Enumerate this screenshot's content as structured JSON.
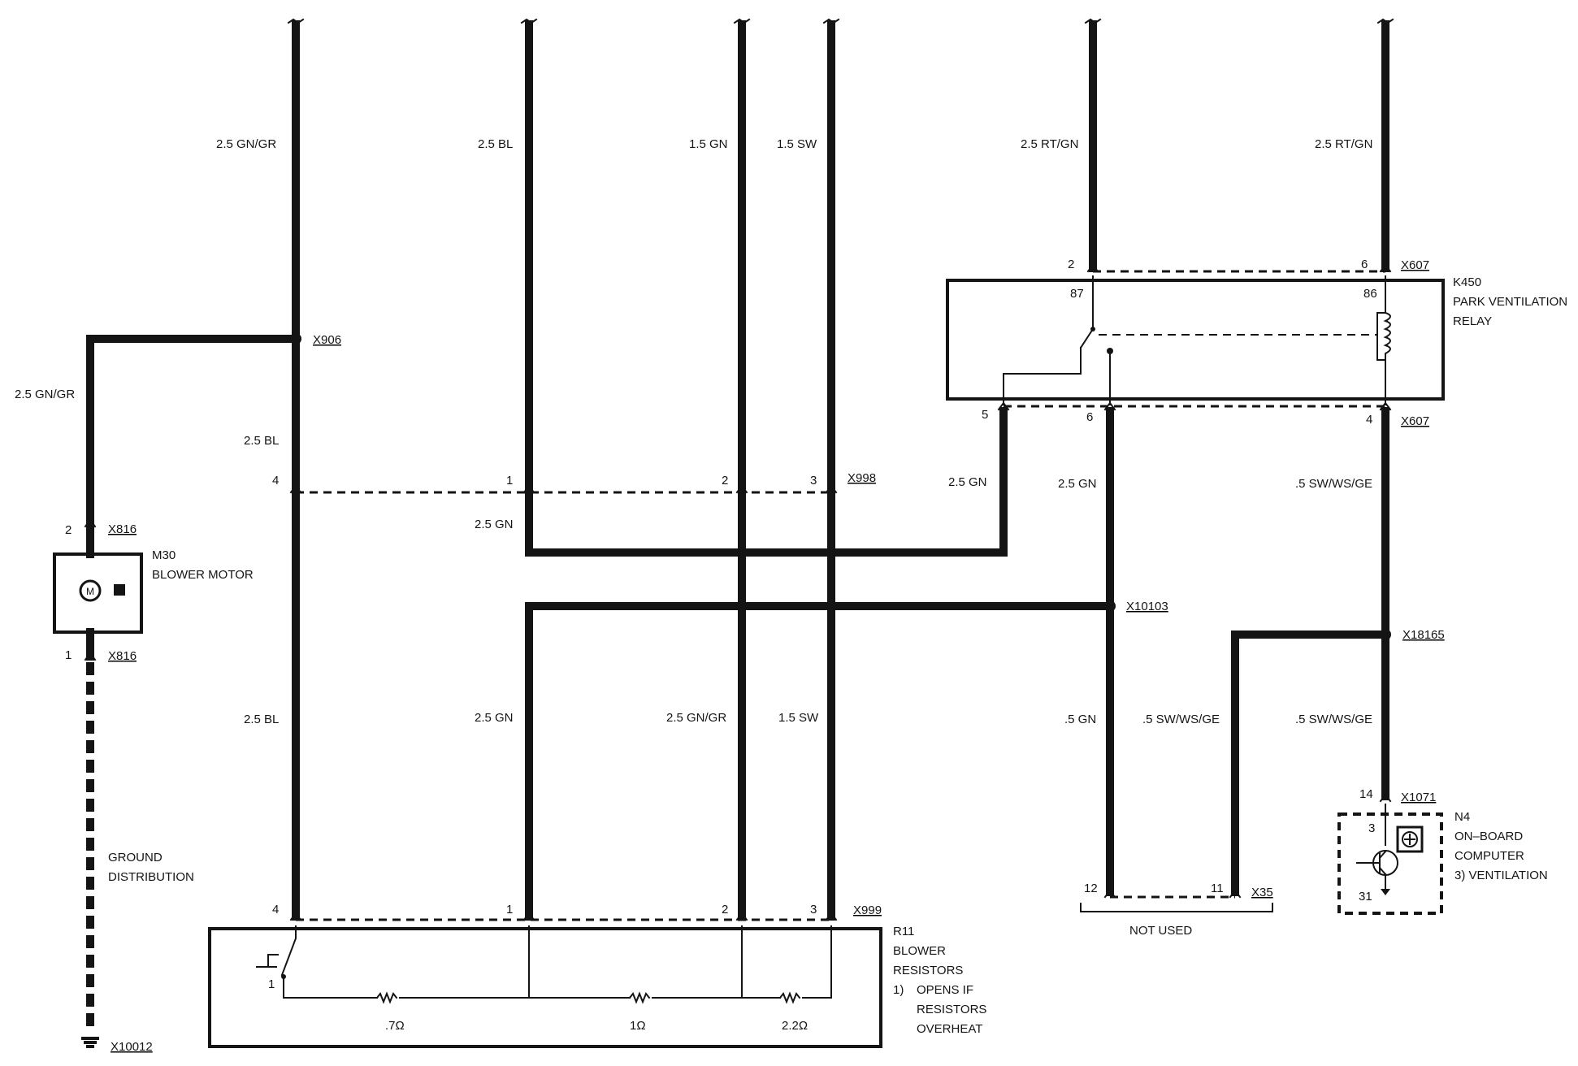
{
  "wires": {
    "w1_top": "2.5 GN/GR",
    "w2_top": "2.5 BL",
    "w3_top": "1.5 GN",
    "w4_top": "1.5 SW",
    "w5_top": "2.5 RT/GN",
    "w6_top": "2.5 RT/GN",
    "left_branch": "2.5 GN/GR",
    "w1_mid": "2.5 BL",
    "w1_bottom": "2.5 BL",
    "cross_gn": "2.5 GN",
    "w2_bottom": "2.5 GN",
    "w3_bottom": "2.5 GN/GR",
    "w4_bottom": "1.5 SW",
    "relay5_out": "2.5 GN",
    "relay6_out": "2.5 GN",
    "relay4_out": ".5 SW/WS/GE",
    "gn_lower": ".5 GN",
    "swwsge_mid": ".5 SW/WS/GE",
    "swwsge_right": ".5 SW/WS/GE"
  },
  "connectors": {
    "x906": "X906",
    "x816_top": "X816",
    "x816_bottom": "X816",
    "x998": "X998",
    "x999": "X999",
    "x607_top": "X607",
    "x607_bottom": "X607",
    "x10103": "X10103",
    "x18165": "X18165",
    "x1071": "X1071",
    "x35": "X35",
    "x10012": "X10012"
  },
  "pins": {
    "m30_2": "2",
    "m30_1": "1",
    "x998_4": "4",
    "x998_1": "1",
    "x998_2": "2",
    "x998_3": "3",
    "x999_4": "4",
    "x999_1": "1",
    "x999_2": "2",
    "x999_3": "3",
    "r11_sw": "1",
    "k_2": "2",
    "k_6top": "6",
    "k_87": "87",
    "k_86": "86",
    "k_5": "5",
    "k_6bot": "6",
    "k_4": "4",
    "x35_12": "12",
    "x35_11": "11",
    "n4_14": "14",
    "n4_3": "3",
    "n4_31": "31"
  },
  "components": {
    "m30_id": "M30",
    "m30_name": "BLOWER MOTOR",
    "m30_symbol": "M",
    "r11_id": "R11",
    "r11_line1": "BLOWER",
    "r11_line2": "RESISTORS",
    "r11_note_num": "1)",
    "r11_note1": "OPENS IF",
    "r11_note2": "RESISTORS",
    "r11_note3": "OVERHEAT",
    "k450_id": "K450",
    "k450_line1": "PARK VENTILATION",
    "k450_line2": "RELAY",
    "n4_id": "N4",
    "n4_line1": "ON–BOARD",
    "n4_line2": "COMPUTER",
    "n4_note": "3)  VENTILATION"
  },
  "resistors": {
    "r1": ".7Ω",
    "r2": "1Ω",
    "r3": "2.2Ω"
  },
  "labels": {
    "ground1": "GROUND",
    "ground2": "DISTRIBUTION",
    "not_used": "NOT USED"
  },
  "icons": {
    "motor": "motor-icon",
    "ground": "ground-icon",
    "thermal_switch": "thermal-switch-icon",
    "relay_coil": "relay-coil-icon",
    "transistor": "transistor-icon",
    "ventilation": "ventilation-icon"
  }
}
